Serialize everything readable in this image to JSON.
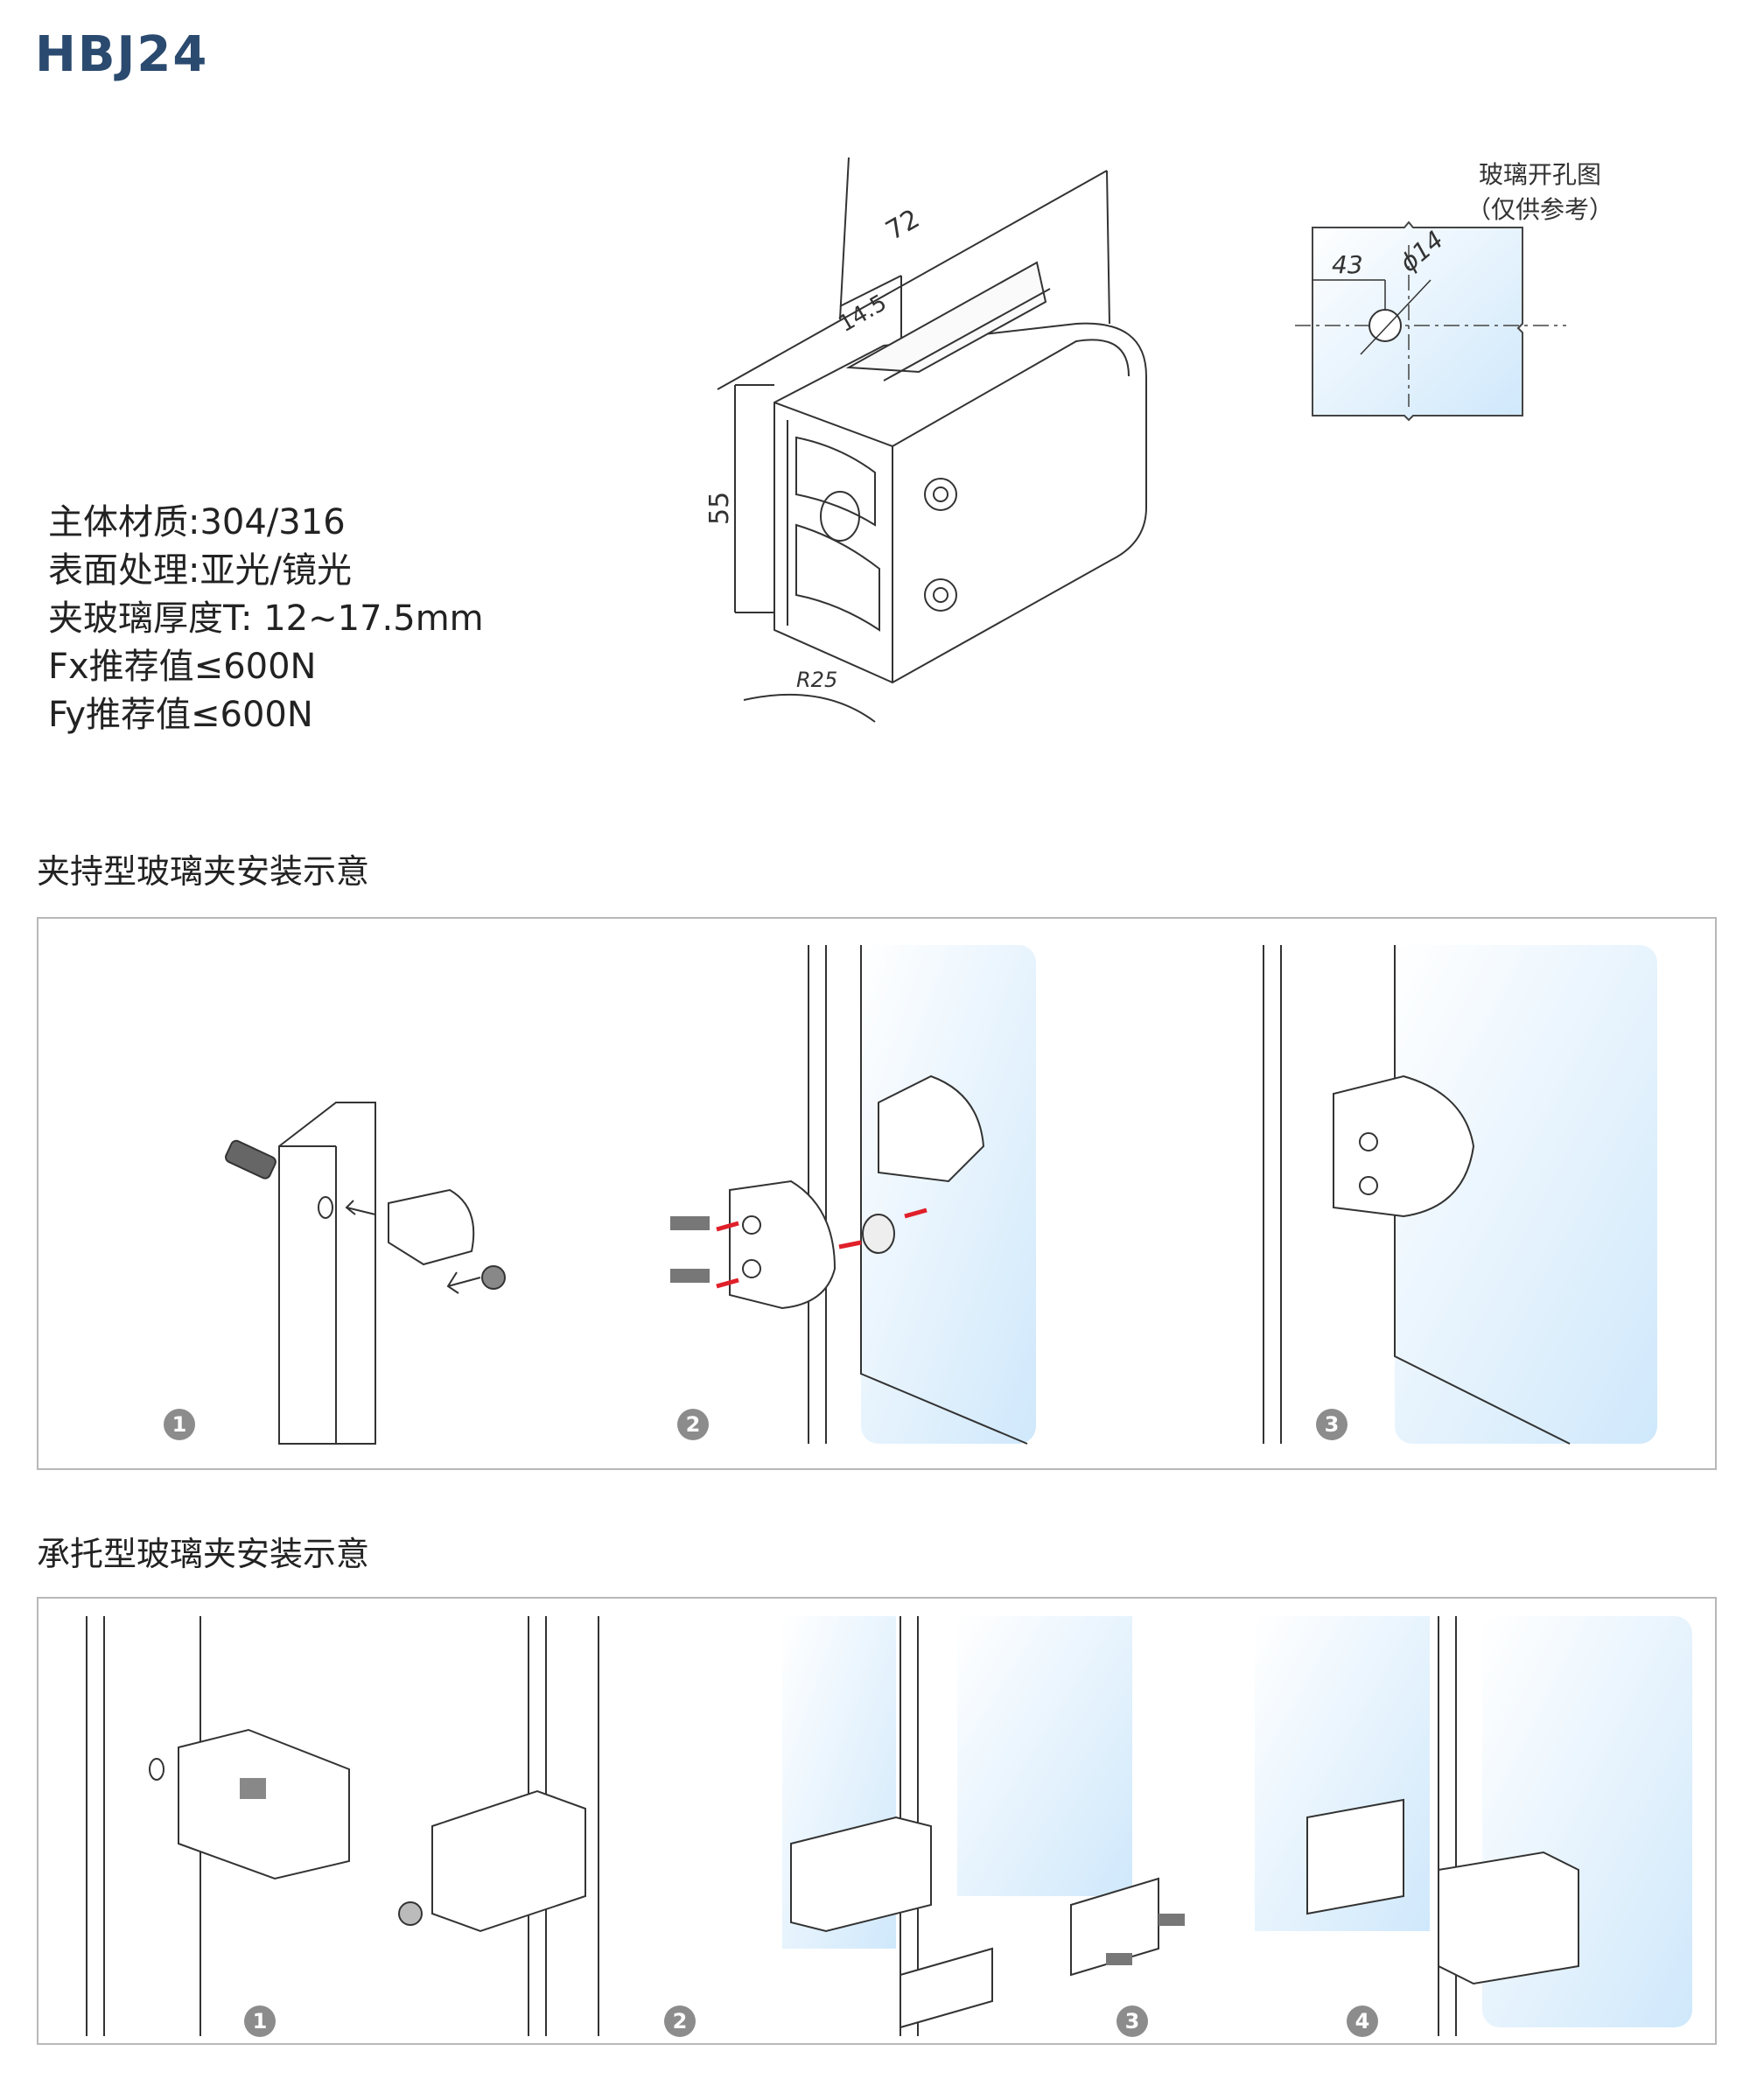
{
  "model_code": "HBJ24",
  "specs": [
    "主体材质:304/316",
    "表面处理:亚光/镜光",
    "夹玻璃厚度T: 12~17.5mm",
    "Fx推荐值≤600N",
    "Fy推荐值≤600N"
  ],
  "drawing": {
    "dim_length": "72",
    "dim_gap": "14.5",
    "dim_height": "55",
    "radius": "R25"
  },
  "hole_diagram": {
    "caption": "玻璃开孔图",
    "note": "（仅供参考）",
    "dim_offset": "43",
    "dim_diameter": "ϕ14"
  },
  "section1": {
    "title": "夹持型玻璃夹安装示意",
    "steps": [
      "1",
      "2",
      "3"
    ]
  },
  "section2": {
    "title": "承托型玻璃夹安装示意",
    "steps": [
      "1",
      "2",
      "3",
      "4"
    ]
  },
  "colors": {
    "title_blue": "#2b4a6f",
    "glass": "#dcefff",
    "arrow_red": "#e0202a",
    "step_badge": "#8c8c8c"
  }
}
